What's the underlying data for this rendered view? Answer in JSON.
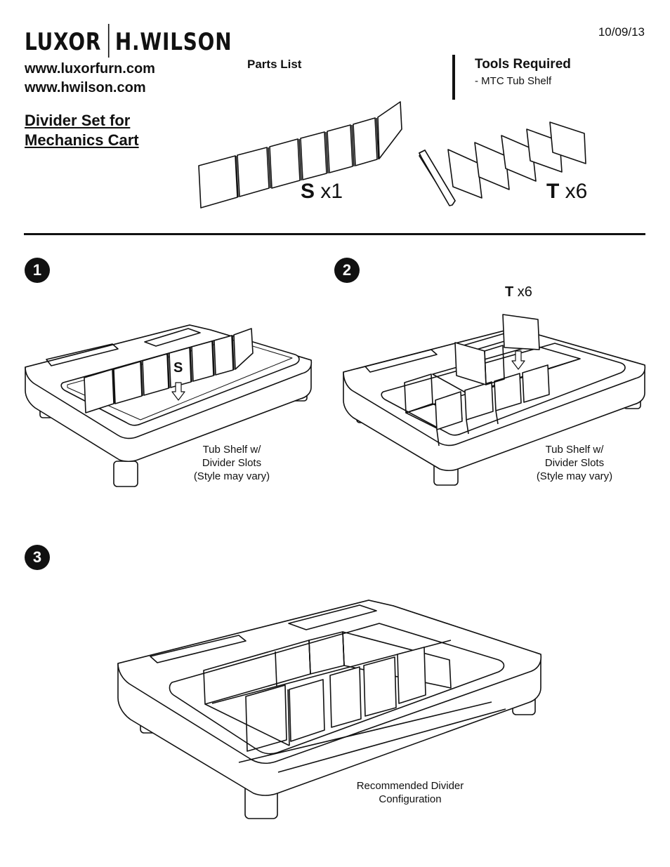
{
  "header": {
    "brand_left": "LUXOR",
    "brand_right": "H.WILSON",
    "date": "10/09/13",
    "urls": [
      "www.luxorfurn.com",
      "www.hwilson.com"
    ],
    "title_line1": "Divider Set for",
    "title_line2": "Mechanics Cart"
  },
  "parts": {
    "title": "Parts List",
    "items": [
      {
        "letter": "S",
        "qty": "x1"
      },
      {
        "letter": "T",
        "qty": "x6"
      }
    ]
  },
  "tools": {
    "title": "Tools Required",
    "items": [
      "-  MTC Tub Shelf"
    ]
  },
  "steps": [
    {
      "number": "1",
      "part_letter": "S",
      "caption": [
        "Tub Shelf w/",
        "Divider Slots",
        "(Style may vary)"
      ]
    },
    {
      "number": "2",
      "part_letter": "T",
      "part_qty": "x6",
      "caption": [
        "Tub Shelf w/",
        "Divider Slots",
        "(Style may vary)"
      ]
    },
    {
      "number": "3",
      "caption": [
        "Recommended Divider",
        "Configuration"
      ]
    }
  ]
}
